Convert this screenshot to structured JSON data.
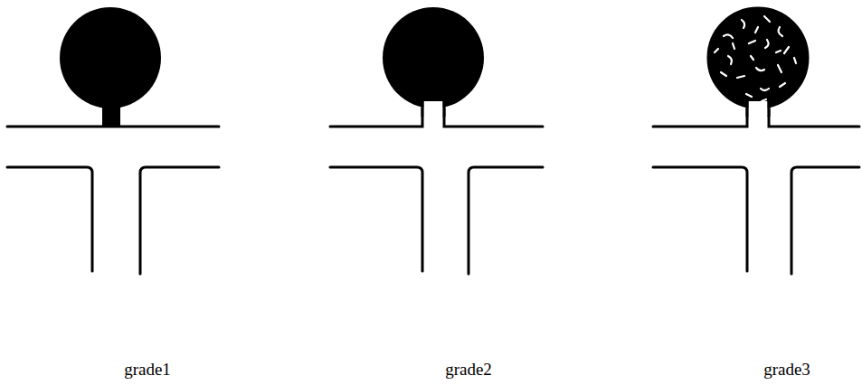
{
  "diagram": {
    "labels": [
      "grade1",
      "grade2",
      "grade3"
    ]
  }
}
